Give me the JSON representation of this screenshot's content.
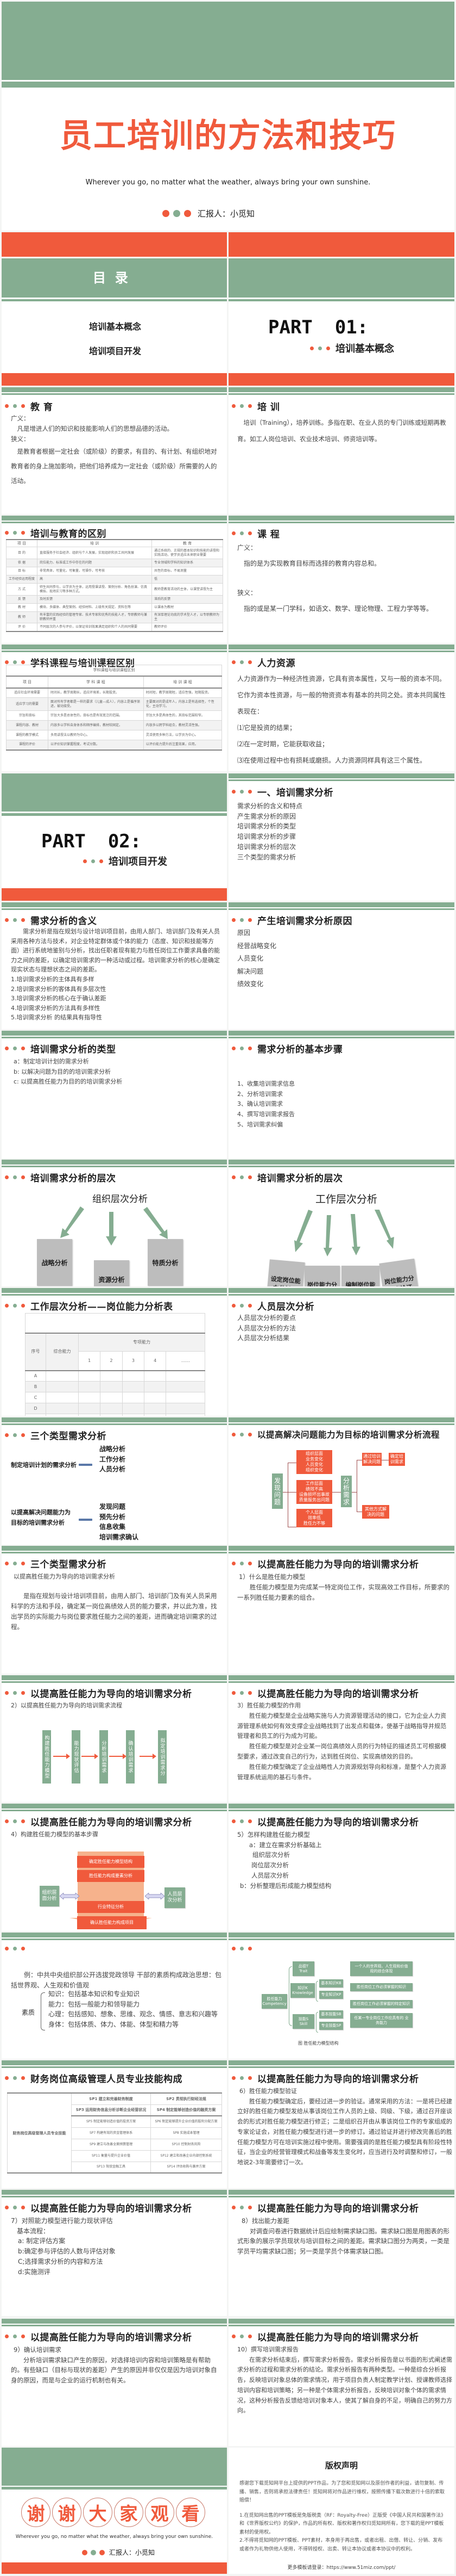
{
  "colors": {
    "green": "#85ad91",
    "orange": "#f05a3c"
  },
  "cover": {
    "title": "员工培训的方法和技巧",
    "subtitle": "Wherever you go, no matter what the weather, always bring your own sunshine.",
    "reporter": "汇报人：小觅知"
  },
  "toc": {
    "title": "目  录",
    "items": [
      "培训基本概念",
      "培训项目开发"
    ]
  },
  "part1": {
    "label": "PART  01:",
    "name": "培训基本概念"
  },
  "part2": {
    "label": "PART  02:",
    "name": "培训项目开发"
  },
  "education": {
    "title": "教 育",
    "broad_label": "广义：",
    "broad_text": "凡是增进人们的知识和技能影响人们的思想品德的活动。",
    "narrow_label": "狭义：",
    "narrow_text": "是教育者根据一定社会（或阶级）的要求，有目的、有计划、有组织地对教育者的身上施加影响，把他们培养成为一定社会（或阶级）所需要的人的活动。"
  },
  "training": {
    "title": "培 训",
    "text": "培训（Training），培养训练。多指在职、在业人员的专门训练或短期再教育。如工人岗位培训、农业技术培训、师资培训等。"
  },
  "diff_table": {
    "title": "培训与教育的区别",
    "headers": [
      "项 目",
      "培  训",
      "教  育"
    ],
    "rows": [
      [
        "目 的",
        "直接服务于社会经济、组织与个人发展，实现组织和员工共同发展",
        "通过系统的、正规的基本知识和技能的讲授和实践活动，使学员适应未来职业需要"
      ],
      [
        "依 据",
        "岗位能力、标准或工作中存在的问题",
        "专业领域和学科的知识体系"
      ],
      [
        "目 标",
        "非常具体，可量化，可衡量，可操作，可考核",
        "共性的目标，不易测量"
      ],
      [
        "工作经验运用程度",
        "高",
        "低"
      ],
      [
        "方 式",
        "师生共同参与，以学员为主体，运用授课讲授、案例分析、角色扮演、仿真模拟、现场实习等多种方式。",
        "教师是教育活动的主体，以课堂讲授为主"
      ],
      [
        "反 馈",
        "及时反馈",
        "滞后的反馈"
      ],
      [
        "教 材",
        "模块、多媒体、典型案例、经验材料、上级有关规定、资料包等",
        "以课本为教材"
      ],
      [
        "教 师",
        "有丰富的实践经验的管理专家、技术专家和优秀的技能人才，专职教师与兼职教师并重",
        "有深厚理论功底的学术型人才，以专职教师为主"
      ],
      [
        "评 价",
        "不同层次的人参与评价，以保证培训效果满足组织和个人的共同需要",
        "教师评价"
      ]
    ]
  },
  "course": {
    "title": "课 程",
    "broad_label": "广义：",
    "broad_text": "指的是为实现教育目标而选择的教育内容总和。",
    "narrow_label": "狭义：",
    "narrow_text": "指的或是某一门学科，如语文、数学、理论物理、工程力学等等。"
  },
  "course_table": {
    "title": "学科课程与培训课程区别",
    "caption": "学科课程与培训课程区别",
    "headers": [
      "项  目",
      "学 科 课 程",
      "培 训 课 程"
    ],
    "rows": [
      [
        "适应社会环境需要",
        "时间长，教学周期长，适应环境差，长期投资。",
        "时间短，教学周期短，适应性强，短期投资。"
      ],
      [
        "适应学习的需要",
        "面对所有学者都是一样的要求（儿童—成人），内容上是循序渐进，被动接受。",
        "主要面对的是成年人，内容上是有选择性，个性化，主动学习。"
      ],
      [
        "宗旨和目标",
        "宗旨大多是总体性的，目标也是有效宽泛的范围。",
        "宗旨大多是具体性的，其目标范围较窄。"
      ],
      [
        "课程内容、教材",
        "内容多以学科自身体系和顺序编排，教材较固定。",
        "内容多以跨学科组合，教材灵活性强。"
      ],
      [
        "课程的教学模式",
        "多用讲授法以教师为中心。",
        "灵活使用多种方法，以学员为中心。"
      ],
      [
        "课程的评价",
        "以评价知识掌握程度，考试分数。",
        "以评价能力提升后注重效果，应用。"
      ]
    ]
  },
  "hr": {
    "title": "人力资源",
    "lines": [
      "人力资源作为一种经济性资源，它具有资本属性，又与一般的资本不同。它作为资本性资源，与一般的物资资本有基本的共同之处。资本共同属性表现在：",
      "⑴它是投资的结果；",
      "⑵在一定时期，它能获取收益；",
      "⑶在使用过程中也有损耗或磨损。人力资源同样具有这三个属性。"
    ]
  },
  "needs_overview": {
    "title": "一、培训需求分析",
    "items": [
      "需求分析的含义和特点",
      "产生需求分析的原因",
      "培训需求分析的类型",
      "培训需求分析的步骤",
      "培训需求分析的层次",
      "三个类型的需求分析"
    ]
  },
  "needs_meaning": {
    "title": "需求分析的含义",
    "para": "需求分析是指在规划与设计培训项目前，由用人部门、培训部门及有关人员采用各种方法与技术，对企业特定群体或个体的能力（态度、知识和技能等方面）进行系统地鉴别与分析，找出任职者现有能力与胜任岗位工作要求具备的能力之间的差距，以确定培训需求的一种活动或过程。培训需求分析的核心是确定现实状态与理想状态之间的差距。",
    "items": [
      "1.培训需求分析的主体具有多样",
      "2.培训需求分析的客体具有多层次性",
      "3.培训需求分析的核心在于确认差距",
      "4.培训需求分析的方法具有多样性",
      "5.培训需求分析 的结果具有指导性"
    ]
  },
  "needs_reasons": {
    "title": "产生培训需求分析原因",
    "items": [
      "原因",
      "经营战略变化",
      "人员变化",
      "解决问题",
      "绩效变化"
    ]
  },
  "needs_types": {
    "title": "培训需求分析的类型",
    "items": [
      "a：制定培训计划的需求分析",
      "b: 以解决问题为目的的培训需求分析",
      "c: 以提高胜任能力为目的的培训需求分析"
    ]
  },
  "needs_steps": {
    "title": "需求分析的基本步骤",
    "items": [
      "1、收集培训需求信息",
      "2、分析培训需求",
      "3、确认培训需求",
      "4、撰写培训需求报告",
      "5、培训需求纠偏"
    ]
  },
  "org_level": {
    "title": "培训需求分析的层次",
    "root": "组织层次分析",
    "boxes": [
      "战略分析",
      "资源分析",
      "特质分析"
    ]
  },
  "job_level": {
    "title": "培训需求分析的层次",
    "root": "工作层次分析",
    "boxes": [
      "设定岗位能力分析表",
      "岗位能力分析调研",
      "编制岗位能力分析表",
      "岗位能力分析表论证"
    ]
  },
  "job_table": {
    "title": "工作层次分析——岗位能力分析表",
    "h_index": "序号",
    "h_general": "综合能力",
    "h_special": "专项能力",
    "special_cols": [
      "1",
      "2",
      "3",
      "4",
      "……"
    ],
    "rows": [
      "A",
      "B",
      "C",
      "D",
      "……"
    ]
  },
  "person_level": {
    "title": "人员层次分析",
    "items": [
      "人员层次分析的要点",
      "人员层次分析的方法",
      "人员层次分析结果"
    ]
  },
  "three_types_a": {
    "title": "三个类型需求分析",
    "group1_label": "制定培训计划的需求分析",
    "group1_items": [
      "战略分析",
      "工作分析",
      "人员分析"
    ],
    "group2_label": "以提高解决问题能力为目标的培训需求分析",
    "group2_items": [
      "发现问题",
      "预先分析",
      "信息收集",
      "培训需求确认"
    ]
  },
  "problem_flow": {
    "title": "以提高解决问题能力为目标的培训需求分析流程",
    "start": "发现问题",
    "levels": [
      [
        "组织层面",
        "业务变化",
        "人员变化",
        "组织变化"
      ],
      [
        "工作层面",
        "绩效不高",
        "设备损坏出事故",
        "质量服务出问题"
      ],
      [
        "个人层面",
        "效率低",
        "胜任力不够"
      ]
    ],
    "analyze": "分析需求",
    "via_training": "通过培训解决问题",
    "confirm": "确定培训需求",
    "other": "其他方式解决的问题"
  },
  "three_types_b": {
    "title": "三个类型需求分析",
    "subtitle": "以提高胜任能力为导向的培训需求分析",
    "para": "是指在规划与设计培训项目前，由用人部门、培训部门及有关人员采用科学的方法和手段，确定某一岗位高绩效人员的能力要求，并以此为准，找出学员的实际能力与岗位要求胜任能力之间的差距，进而确定培训需求的过程。"
  },
  "competency": {
    "title": "以提高胜任能力为导向的培训需求分析",
    "s1_label": "1）什么是胜任能力模型",
    "s1_text": "胜任能力模型是为完成某一特定岗位工作，实现高效工作目标，所要求的一系列胜任能力要素的组合。",
    "s2_label": "2）以提高胜任能力为导向的培训需求流程",
    "s2_flow": [
      "构建胜任能力模型",
      "能力现状评估",
      "分析培训需求",
      "确认培训需求",
      "拟定培训需求分"
    ],
    "s3_label": "3）胜任能力模型的作用",
    "s3_paras": [
      "胜任能力模型是企业战略实施与人力资源管理活动的接口，它为企业人力资源管理系统如何有效支撑企业战略找到了出发点和载体，使基于战略指导并规范管理者和员工的行为成为可能。",
      "胜任能力模型是对企业某一岗位高绩效人员的行为特征的描述员工可根据模型要求，通过改变自己的行为，达到胜任岗位、实现高绩效的目的。",
      "胜任能力模型确定了企业战略性人力资源规划导向和标准，是整个人力资源管理系统运用的基石与条件。"
    ],
    "s4_label": "4）构建胜任能力模型的基本步骤",
    "s4_steps": [
      "确定胜任能力模型结构",
      "胜任能力构成要素分析",
      "行业特征分析",
      "确认胜任能力构成项目",
      "论证"
    ],
    "s4_left": "组织层面分析",
    "s4_right": "人员层次分析",
    "s5_label": "5）怎样构建胜任能力模型",
    "s5_items": [
      "a：建立在需求分析基础上",
      "组织层次分析",
      "岗位层次分析",
      "人员层次分析",
      "b：分析整理后形成能力模型结构"
    ]
  },
  "quality_example": {
    "intro": "例：中共中央组织部公开选拔党政领导 干部的素质构成政治思想：包括世界观、人生观和价值观",
    "label": "素质",
    "items": [
      "知识：包括基本知识和专业知识",
      "能力：包括一般能力和领导能力",
      "心理：包括感知、想象、思维、观念、情感、意志和兴趣等",
      "身体：包括体质、体力、体能、体型和精力等"
    ]
  },
  "model_structure": {
    "root": [
      "胜任能力",
      "Competency"
    ],
    "trait": [
      "品德T",
      "Trait"
    ],
    "knowledge": [
      "知识K",
      "Knowledge"
    ],
    "skill": [
      "技能S",
      "Skill"
    ],
    "kb": "基本知识KB",
    "kp": "专业知识KP",
    "sb": "基本技能SB",
    "sp": "专业技能SP",
    "desc": [
      "一个人的世界观、人生观和价值观的综合体现",
      "胜任岗位工作必须掌握的知识",
      "胜任岗位工作必须掌握的特定知识",
      "任某一专业岗位工作应具有的 业务能力"
    ],
    "caption": "图 胜任能力模型结构"
  },
  "finance": {
    "title": "财务岗位高级管理人员专业技能构成",
    "left_label": "财务岗位高级管理人员专业技能",
    "rows": [
      [
        "SP1  建立和完善财务制度",
        "SP2  贯彻执行财经法规"
      ],
      [
        "SP3  运用财务信息分析诊断企业经营状况",
        "SP4  制定能够创造价值的融资方案"
      ],
      [
        "SP5  制定能够创造价值的投资方案",
        "SP6  制定能够提升企业价值的股利分配方案"
      ],
      [
        "SP7  构建有效的资金管理体系",
        "SP8  实施成本管理"
      ],
      [
        "SP9  建立与改善全面预算管理",
        "SP10  控制财务风险"
      ],
      [
        "SP11  衡量与提升企业价值",
        "SP12  建立和改善企业内部控制系统"
      ],
      [
        "SP13  驾驭金融工具",
        "SP14  评估收购与兼并方案"
      ]
    ]
  },
  "verify": {
    "title": "以提高胜任能力为导向的培训需求分析",
    "label": "6）胜任能力模型验证",
    "text": "胜任能力模型确定后，要经过进一步的验证。通常采用的方法：一是将已经建立好的胜任能力模型发给从事该岗位工作人员的上级、同级、下级，通过召开座谈会的形式对胜任能力模型进行修正；二是组织召开由从事该岗位工作的专家组成的专家论证会，对胜任能力模型进行进一步的修订。通过验证并进行修改完善后的胜任能力模型方可在培训实施过程中使用。需要强调的是胜任能力模型具有阶段性特征，当企业的经营管理模式和战备等发生变化时，应当进行及时调整和修订，一般地说2-3年需要修订一次。"
  },
  "evaluate": {
    "title": "以提高胜任能力为导向的培训需求分析",
    "label": "7）对照能力模型进行能力现状评估",
    "sub": "基本流程：",
    "items": [
      "a: 制定评估方案",
      "b:确定参与评估的人数与评估对象",
      "C;选择需求分析的内容和方法",
      "d:实施测评"
    ]
  },
  "gap": {
    "title": "以提高胜任能力为导向的培训需求分析",
    "label": "8）找出能力差距",
    "text": "对调查问卷进行数据统计后应绘制需求缺口图。需求缺口图是用图表的形式形象的展示学员现状与培训目标之间的差距。需求缺口图分为两类，一类是学员平均需求缺口图；另一类是学员个体需求缺口图。"
  },
  "confirm": {
    "title": "以提高胜任能力为导向的培训需求分析",
    "label": "9）确认培训需求",
    "text": "分析培训需求缺口产生的原因，对选择培训内容和培训策略是有帮助的。有些缺口（目标与现状的差距）产生的原因并非仅仅是因为培训对象自身的原因，而是与企业的运行机制也有关。"
  },
  "report": {
    "title": "以提高胜任能力为导向的培训需求分析",
    "label": "10）撰写培训需求报告",
    "text": "在需求分析结束后，撰写需求分析报告。需求分析报告是以书面的形式阐述需求分析的过程和需求分析的结论。需求分析报告有两种类型。一种是综合分析报告，反映培训对象总体的需求情况，用于项目负责人制定教学计划、授课教师选择培训内容和培训策略；另一种是个体需求分析报告，反映培训对象个体的需求情况，这种分析报告反馈给培训对象本人，使其了解自身的不足，明确自己的努力方向。"
  },
  "thanks": {
    "chars": [
      "谢",
      "谢",
      "大",
      "家",
      "观",
      "看"
    ],
    "subtitle": "Wherever you go, no matter what the weather, always bring your own sunshine.",
    "reporter": "汇报人：小觅知"
  },
  "copyright": {
    "title": "版权声明",
    "p1": "感谢您下载觅知网平台上提供的PPT作品，为了您和觅知网以及原创作者的利益，请勿复制、传播、销售，否则将承担法律责任！觅知网将对作品进行维权，按照传播下载次数进行十倍的索取赔偿！",
    "p2": "1.在觅知网出售的PPT模板是免版税类（RF：Royalty-Free）正版受《中国人民共和国著作法》和《世界版权公约》的保护，作品的所有权、版权和著作权归觅知网所有，您下载的是PPT模板素材的使用权。",
    "p3": "2.不得将觅知网的PPT模板、PPT素材，本身用于再出售，或者出租、出借、转让、分销、发布或者作为礼物供他人使用，不得转授权、出卖、转让本协议或者本协议中的权利。",
    "more": "更多模板请登录：https://www.51miz.com/ppt/"
  }
}
